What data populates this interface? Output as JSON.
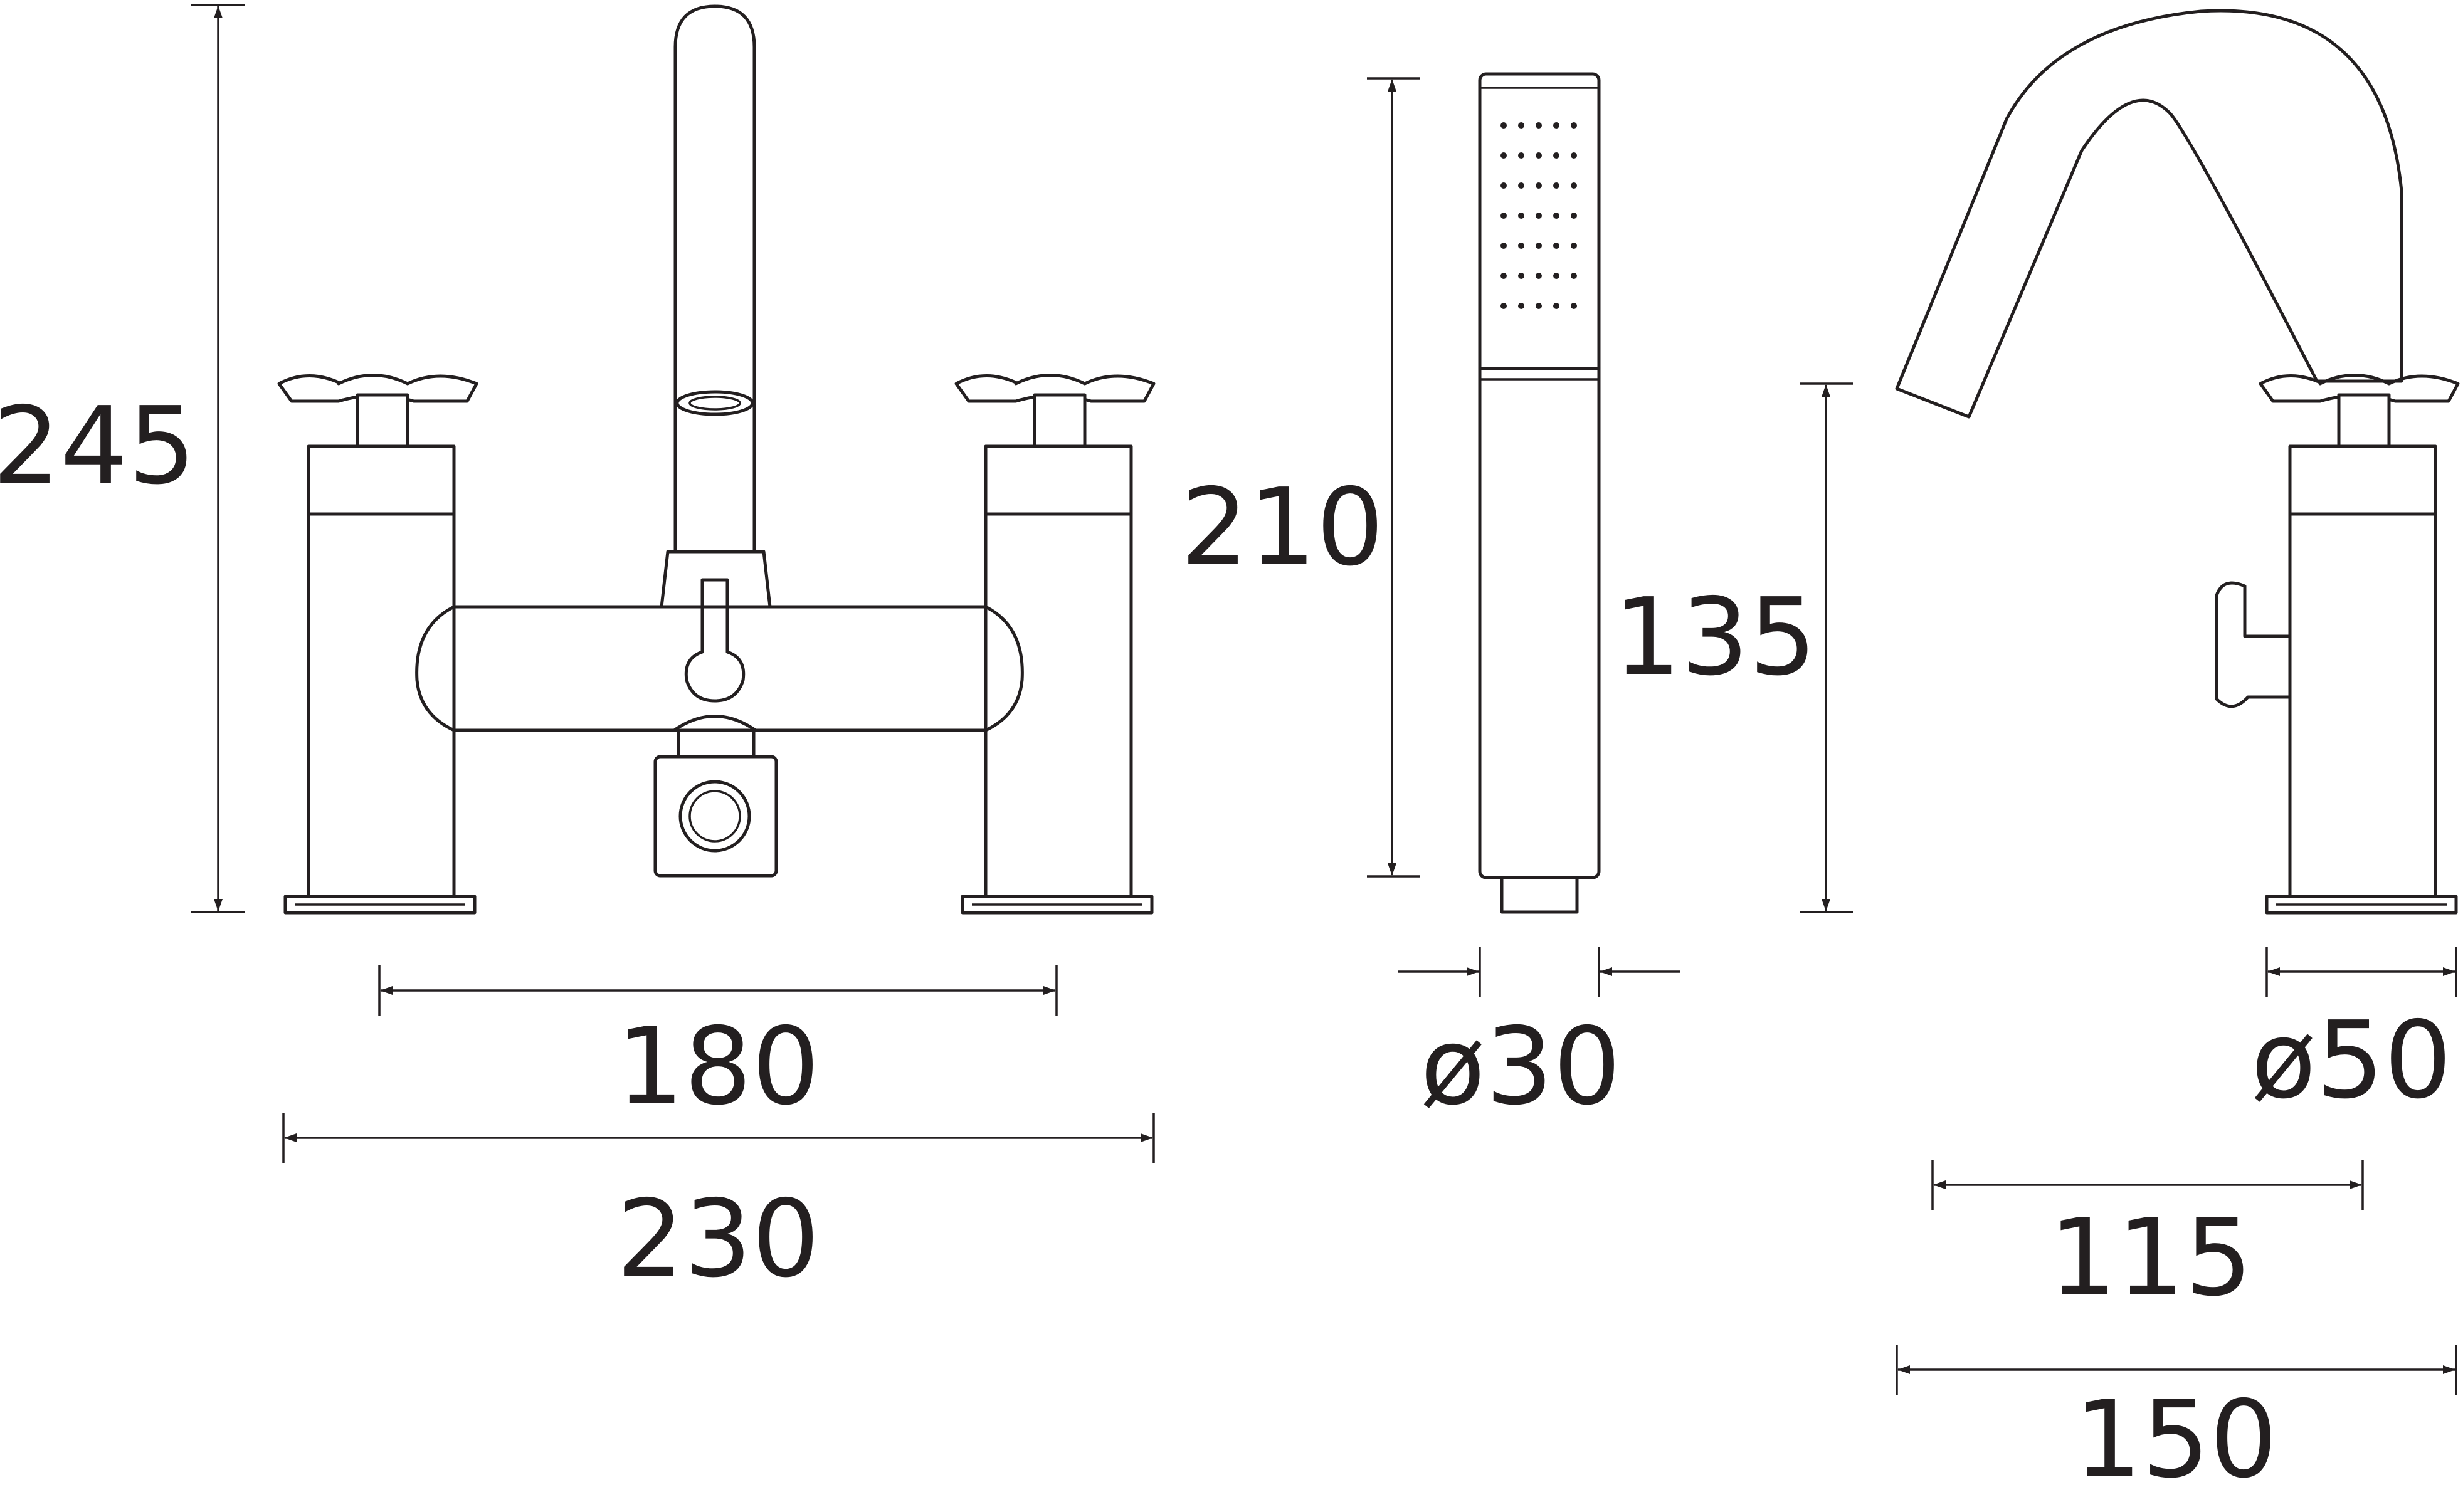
{
  "drawing": {
    "front_view": {
      "height": "245",
      "inner_width": "180",
      "outer_width": "230"
    },
    "handset": {
      "height": "210",
      "diameter": "ø30"
    },
    "side_view": {
      "height": "135",
      "base_diameter": "ø50",
      "spout_reach": "115",
      "overall_depth": "150"
    }
  }
}
